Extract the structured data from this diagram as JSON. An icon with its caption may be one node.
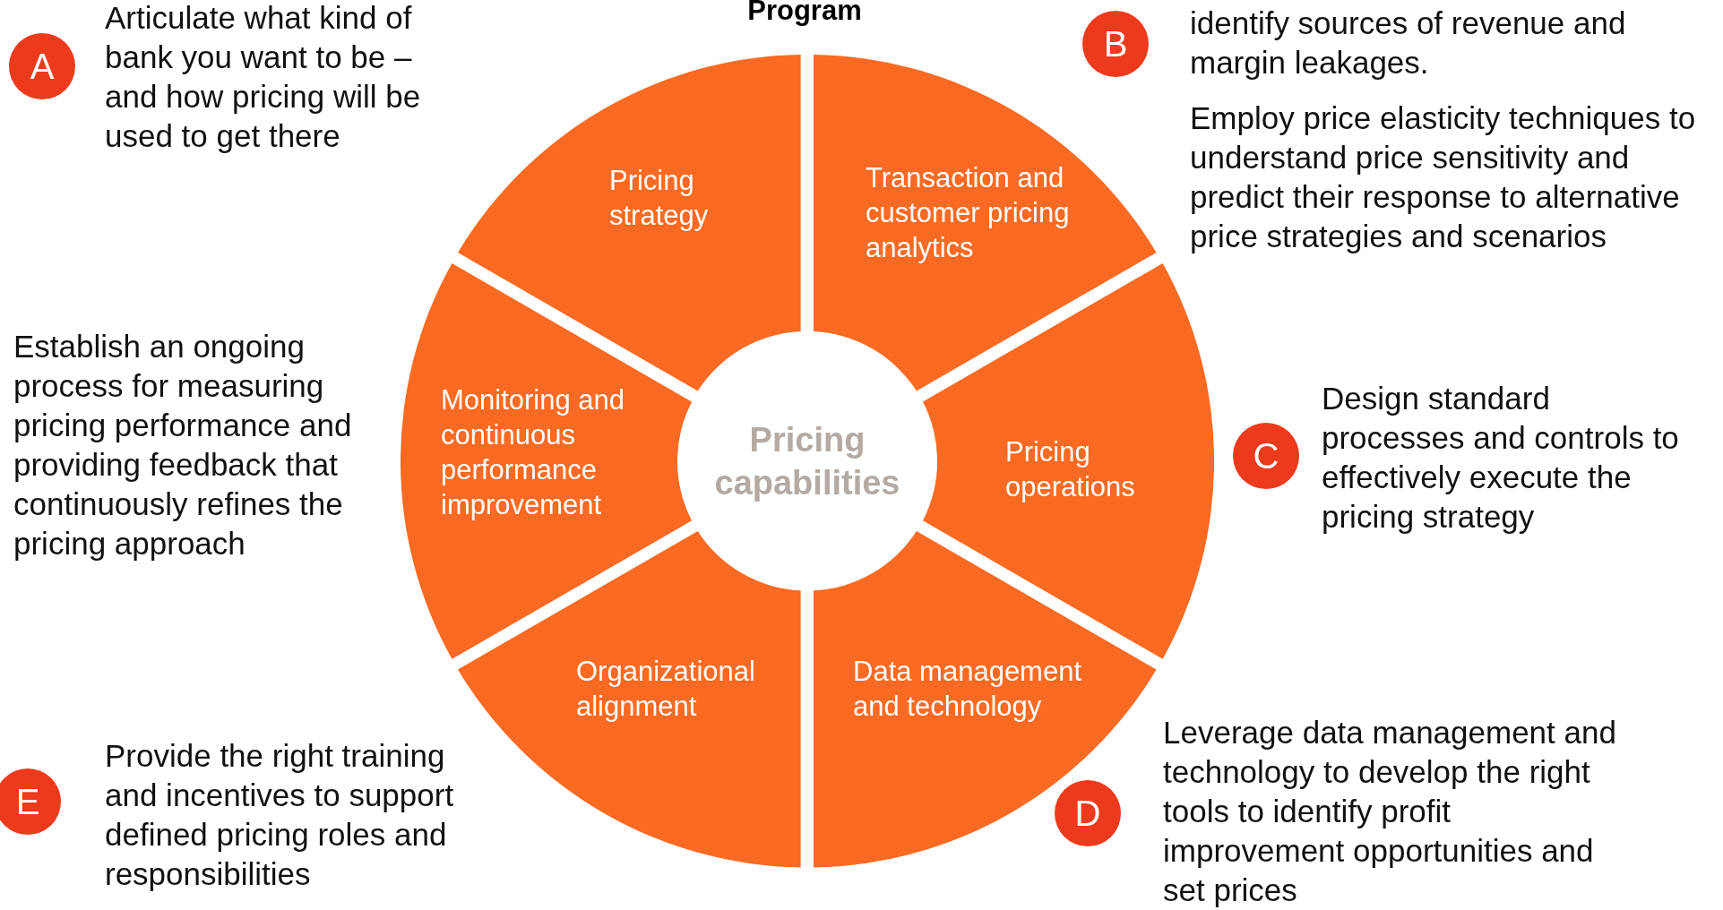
{
  "diagram": {
    "title": "Program",
    "nodes": [
      {
        "text": [
          "A"
        ]
      },
      {
        "text": [
          "Pricing strategy"
        ]
      },
      {
        "text": [
          "Transaction and customer pricing analytics"
        ]
      },
      {
        "text": [
          "B"
        ]
      },
      {
        "text": [
          "Monitoring and continuous performance improvement"
        ]
      },
      {
        "text": [
          "Pricing capabilities"
        ]
      },
      {
        "text": [
          "Pricing operations"
        ]
      },
      {
        "text": [
          "C"
        ]
      },
      {
        "text": [
          "Organizational alignment"
        ]
      },
      {
        "text": [
          "Data management and technology"
        ]
      },
      {
        "text": [
          "D"
        ]
      },
      {
        "text": [
          "E"
        ]
      }
    ],
    "labels": [
      "Articulate what kind of bank you want to be – and how pricing will be used to get there",
      "identify sources of revenue and margin leakages.",
      "Employ price elasticity techniques to understand price sensitivity and predict their response to alternative price strategies and scenarios",
      "Establish an ongoing process for measuring pricing performance and providing feedback that continuously refines the pricing approach",
      "Design standard processes and controls to effectively execute the pricing strategy",
      "Leverage data management and technology to develop the right tools to identify profit improvement opportunities and set prices",
      "Provide the right training and incentives to support defined pricing roles and responsibilities"
    ]
  }
}
